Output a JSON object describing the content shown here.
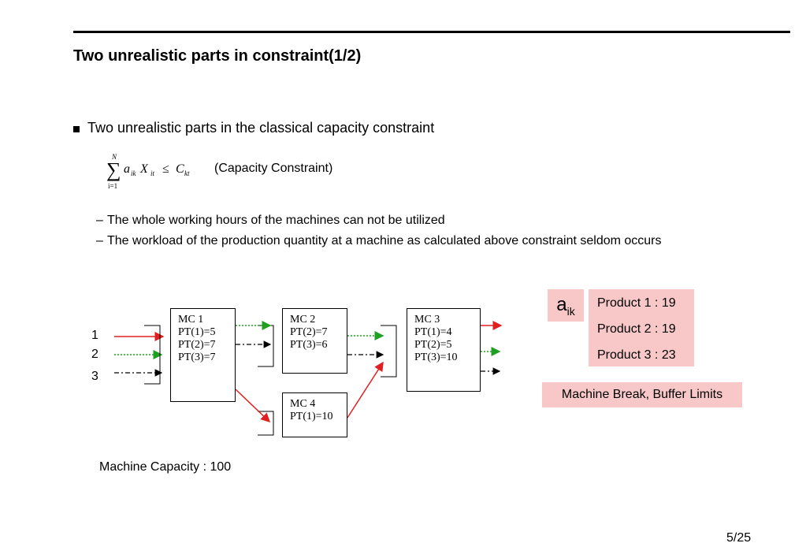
{
  "slide": {
    "title": "Two unrealistic parts in constraint(1/2)",
    "bullet": "Two unrealistic parts in the classical capacity constraint",
    "formula": {
      "sum_upper": "N",
      "sum_lower": "i=1",
      "a": "a",
      "a_sub": "ik",
      "x": "X",
      "x_sub": "it",
      "le": "≤",
      "c": "C",
      "c_sub": "kt"
    },
    "capacity_label": "(Capacity Constraint)",
    "sub_bullets": [
      "The whole working hours of the machines can not be utilized",
      "The workload of the production quantity at a machine as calculated above constraint seldom occurs"
    ],
    "dash_char": "–",
    "inputs": [
      "1",
      "2",
      "3"
    ],
    "machines": {
      "mc1": {
        "name": "MC 1",
        "lines": [
          "PT(1)=5",
          "PT(2)=7",
          "PT(3)=7"
        ]
      },
      "mc2": {
        "name": "MC 2",
        "lines": [
          "PT(2)=7",
          "PT(3)=6"
        ]
      },
      "mc3": {
        "name": "MC 3",
        "lines": [
          "PT(1)=4",
          "PT(2)=5",
          "PT(3)=10"
        ]
      },
      "mc4": {
        "name": "MC 4",
        "lines": [
          "PT(1)=10"
        ]
      }
    },
    "aik": {
      "base": "a",
      "sub": "ik"
    },
    "products": [
      "Product 1 : 19",
      "Product 2 : 19",
      "Product 3 : 23"
    ],
    "machine_break": "Machine Break, Buffer Limits",
    "machine_capacity": "Machine Capacity : 100",
    "page_number": "5/25",
    "colors": {
      "product1": "#e02020",
      "product2": "#20a020",
      "product3": "#000000",
      "highlight": "#f8c8c8"
    }
  }
}
